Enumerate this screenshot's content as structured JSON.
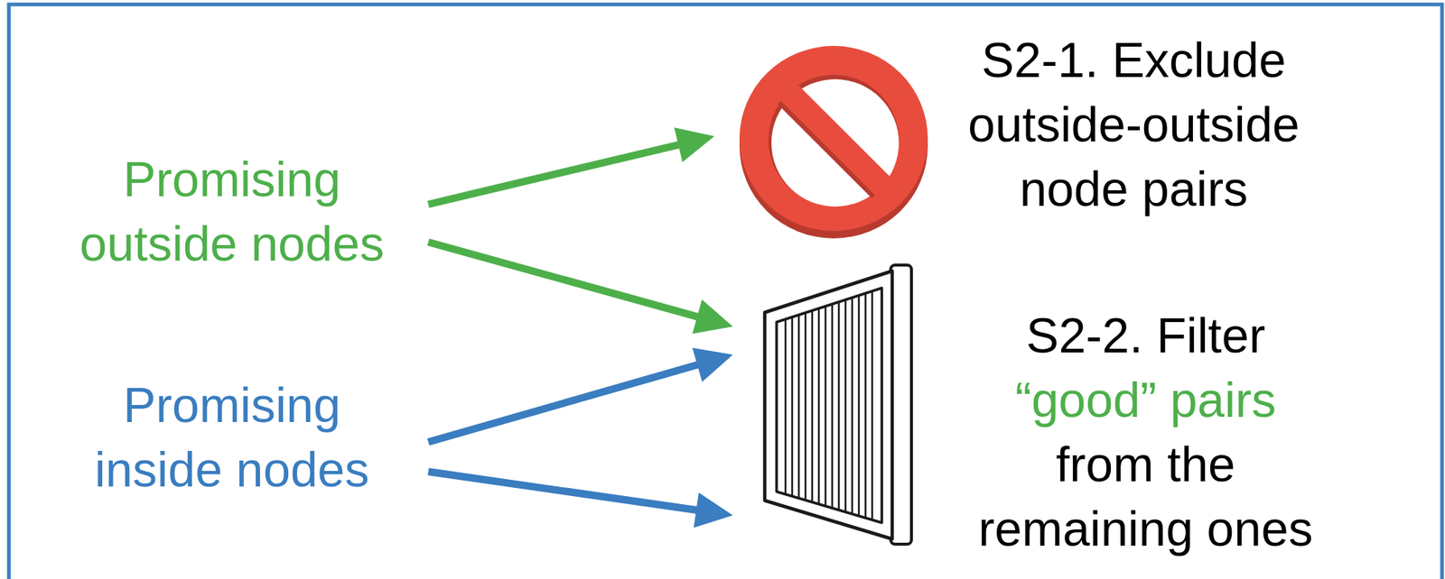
{
  "diagram": {
    "nodes": [
      {
        "text": [
          "Promising outside nodes"
        ]
      },
      {
        "text": [
          "Promising inside nodes"
        ]
      },
      {
        "text": [
          "S2-1. Exclude outside-outside node pairs"
        ]
      },
      {
        "text": [
          "S2-2. Filter",
          "“good” pairs",
          "from the remaining ones"
        ]
      }
    ],
    "edges": [
      {
        "from": 0,
        "to": 2,
        "arrow": "to"
      },
      {
        "from": 0,
        "to": 3,
        "arrow": "to"
      },
      {
        "from": 1,
        "to": 3,
        "arrow": "to"
      },
      {
        "from": 1,
        "to": 3,
        "arrow": "to"
      }
    ]
  }
}
